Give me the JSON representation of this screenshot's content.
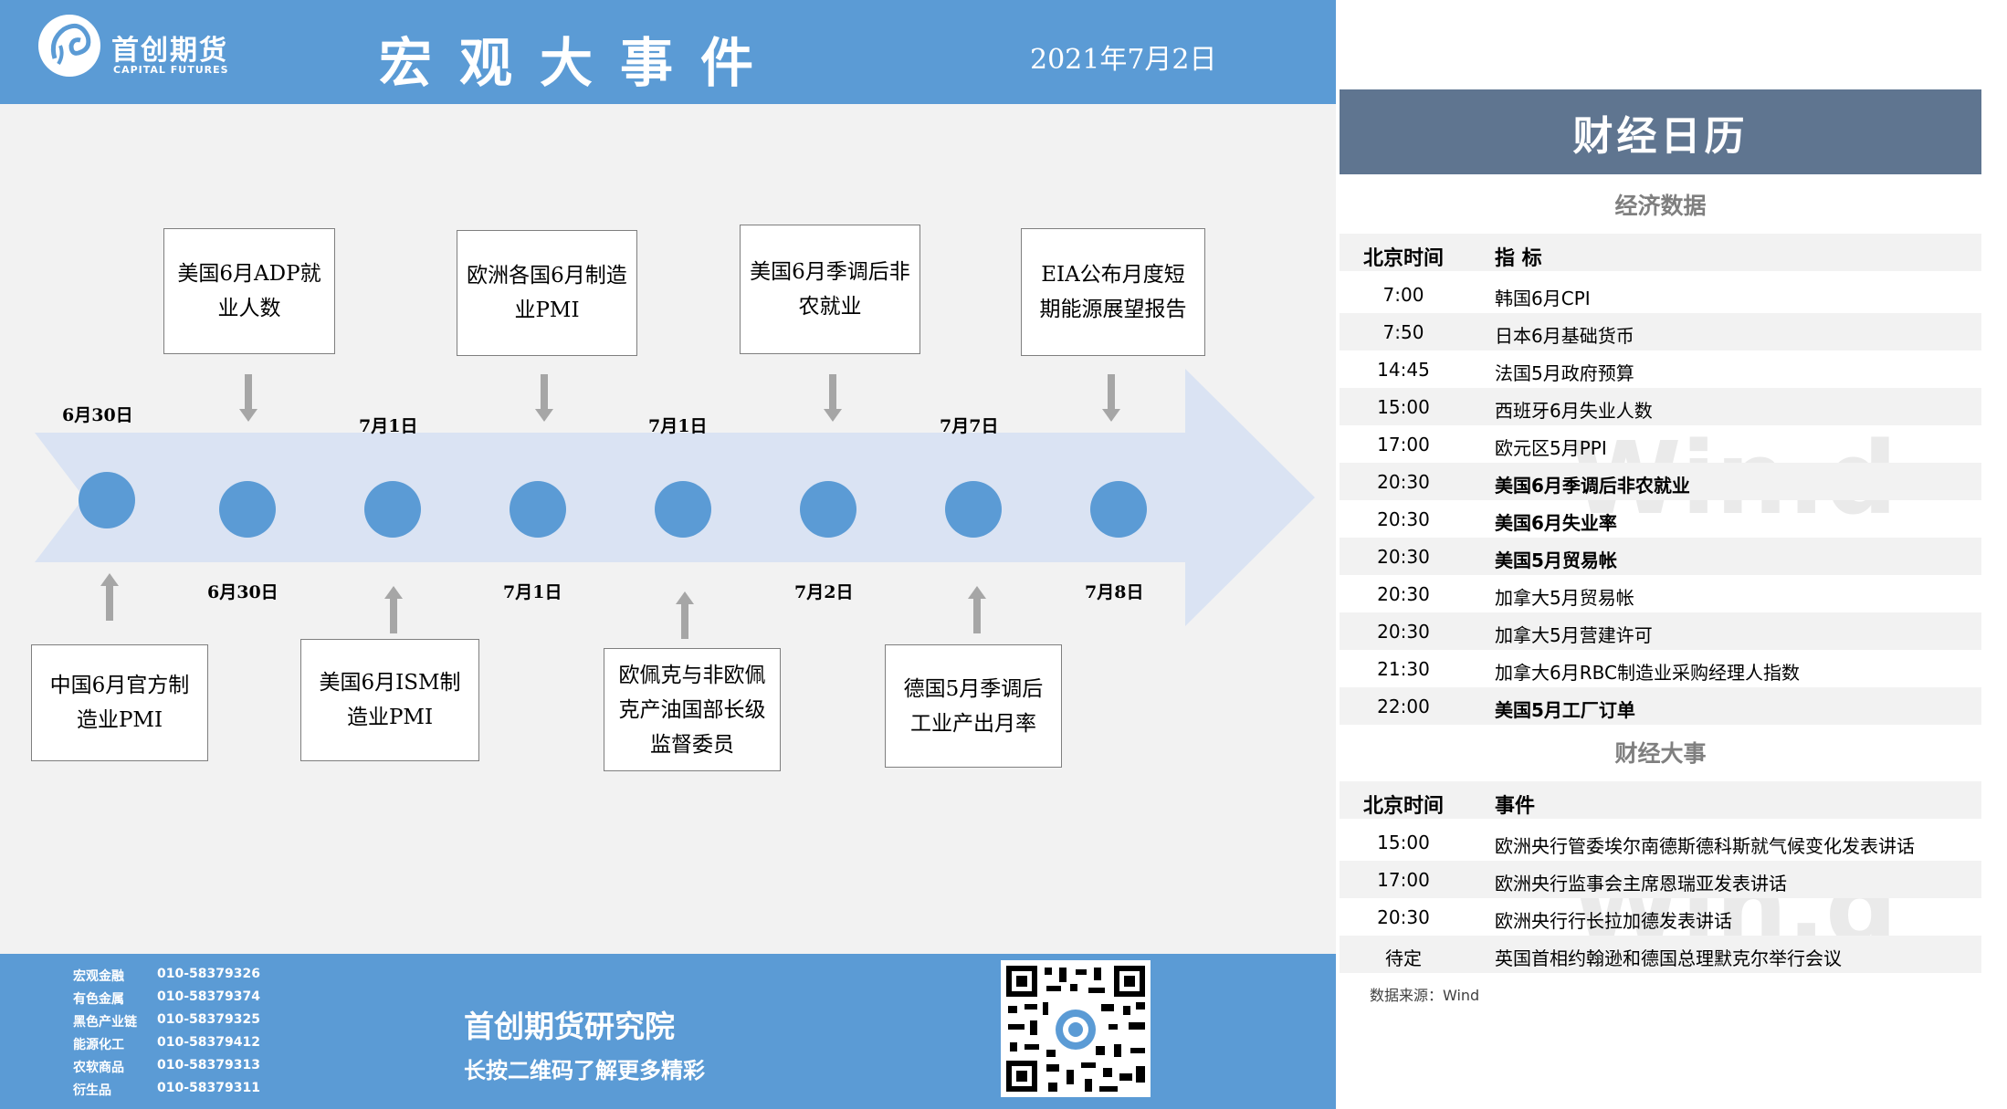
{
  "header": {
    "logo_cn": "首创期货",
    "logo_en": "CAPITAL FUTURES",
    "title": "宏观大事件",
    "date": "2021年7月2日"
  },
  "timeline": {
    "top_events": [
      {
        "date": "6月30日",
        "text": "美国6月ADP就业人数"
      },
      {
        "date": "7月1日",
        "text": "欧洲各国6月制造业PMI"
      },
      {
        "date": "7月1日",
        "text": "美国6月季调后非农就业"
      },
      {
        "date": "7月7日",
        "text": "EIA公布月度短期能源展望报告"
      }
    ],
    "bottom_events": [
      {
        "date": "6月30日",
        "text": "中国6月官方制造业PMI"
      },
      {
        "date": "7月1日",
        "text": "美国6月ISM制造业PMI"
      },
      {
        "date": "7月2日",
        "text": "欧佩克与非欧佩克产油国部长级监督委员"
      },
      {
        "date": "7月8日",
        "text": "德国5月季调后工业产出月率"
      }
    ]
  },
  "footer": {
    "phones": [
      {
        "dept": "宏观金融",
        "phone": "010-58379326"
      },
      {
        "dept": "有色金属",
        "phone": "010-58379374"
      },
      {
        "dept": "黑色产业链",
        "phone": "010-58379325"
      },
      {
        "dept": "能源化工",
        "phone": "010-58379412"
      },
      {
        "dept": "农软商品",
        "phone": "010-58379313"
      },
      {
        "dept": "衍生品",
        "phone": "010-58379311"
      }
    ],
    "institute": "首创期货研究院",
    "slogan": "长按二维码了解更多精彩"
  },
  "calendar": {
    "title": "财经日历",
    "econ_title": "经济数据",
    "econ_header": {
      "time": "北京时间",
      "item": "指  标"
    },
    "econ_rows": [
      {
        "time": "7:00",
        "item": "韩国6月CPI",
        "bold": false
      },
      {
        "time": "7:50",
        "item": "日本6月基础货币",
        "bold": false
      },
      {
        "time": "14:45",
        "item": "法国5月政府预算",
        "bold": false
      },
      {
        "time": "15:00",
        "item": "西班牙6月失业人数",
        "bold": false
      },
      {
        "time": "17:00",
        "item": "欧元区5月PPI",
        "bold": false
      },
      {
        "time": "20:30",
        "item": "美国6月季调后非农就业",
        "bold": true
      },
      {
        "time": "20:30",
        "item": "美国6月失业率",
        "bold": true
      },
      {
        "time": "20:30",
        "item": "美国5月贸易帐",
        "bold": true
      },
      {
        "time": "20:30",
        "item": "加拿大5月贸易帐",
        "bold": false
      },
      {
        "time": "20:30",
        "item": "加拿大5月营建许可",
        "bold": false
      },
      {
        "time": "21:30",
        "item": "加拿大6月RBC制造业采购经理人指数",
        "bold": false
      },
      {
        "time": "22:00",
        "item": "美国5月工厂订单",
        "bold": true
      }
    ],
    "events_title": "财经大事",
    "events_header": {
      "time": "北京时间",
      "item": "事件"
    },
    "events_rows": [
      {
        "time": "15:00",
        "item": "欧洲央行管委埃尔南德斯德科斯就气候变化发表讲话"
      },
      {
        "time": "17:00",
        "item": "欧洲央行监事会主席恩瑞亚发表讲话"
      },
      {
        "time": "20:30",
        "item": "欧洲央行行长拉加德发表讲话"
      },
      {
        "time": "待定",
        "item": "英国首相约翰逊和德国总理默克尔举行会议"
      }
    ],
    "source": "数据来源：Wind",
    "watermark": "Win.d"
  },
  "colors": {
    "accent": "#5b9bd5",
    "calendar_header": "#5f7590",
    "arrow": "#dae3f3"
  }
}
